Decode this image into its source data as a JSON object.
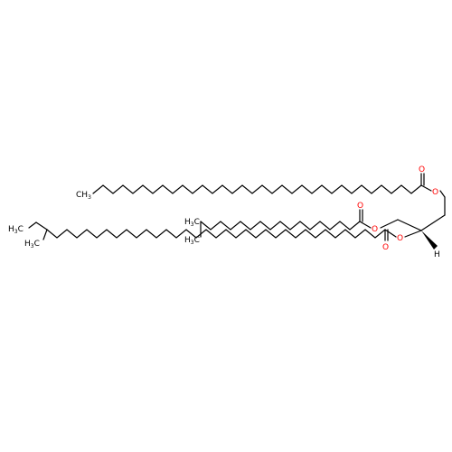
{
  "labels": {
    "o": "O",
    "h": "H",
    "c": "C",
    "h3": "H",
    "three": "3"
  },
  "colors": {
    "bond": "#000000",
    "oxygen": "#ff0000"
  }
}
